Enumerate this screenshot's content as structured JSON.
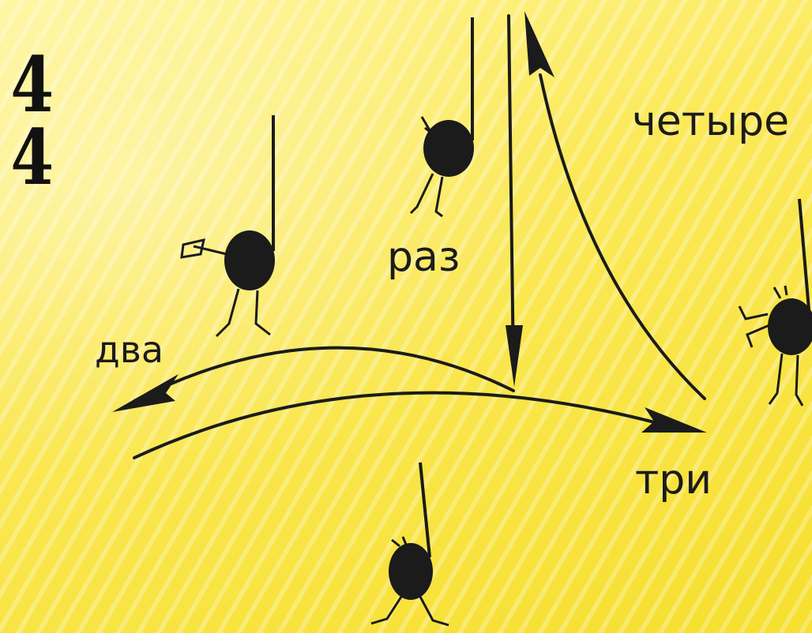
{
  "time_signature": {
    "top": "4",
    "bottom": "4"
  },
  "beats": {
    "one": "раз",
    "two": "два",
    "three": "три",
    "four": "четыре"
  },
  "colors": {
    "ink": "#1b1b1b",
    "background": "#fbe95a"
  }
}
